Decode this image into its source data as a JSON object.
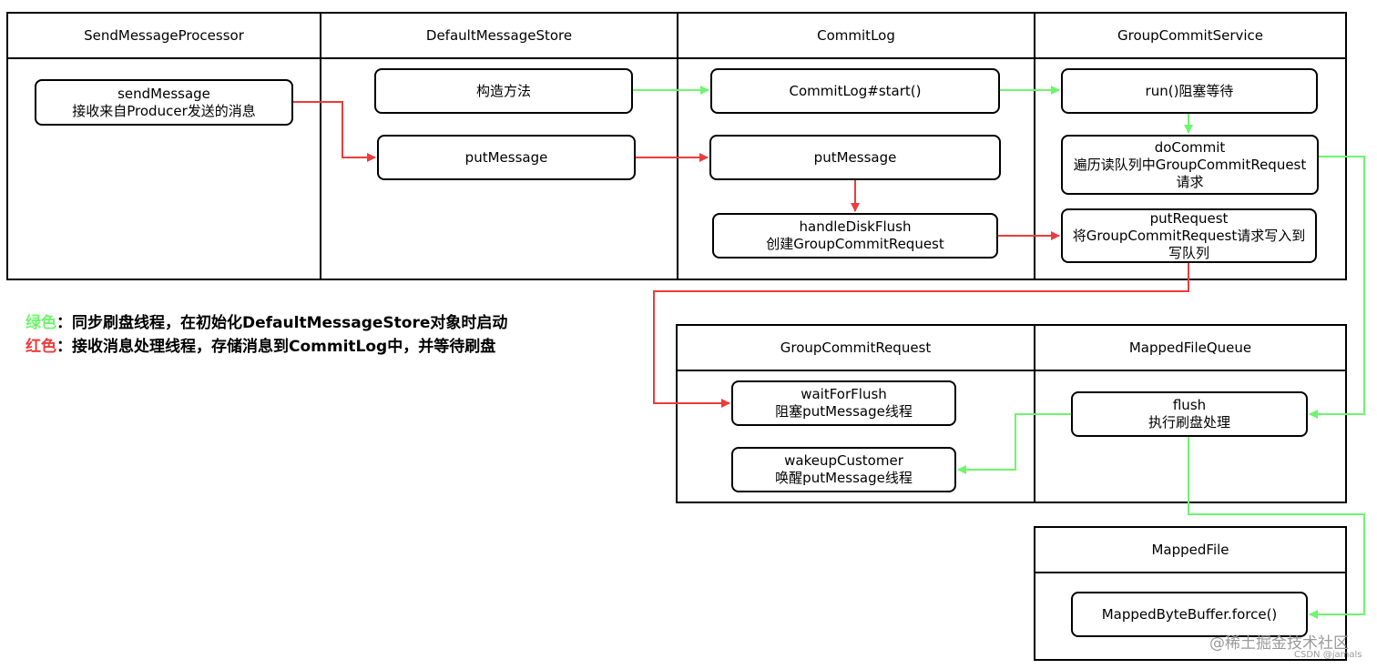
{
  "colors": {
    "green": "#6ef56e",
    "red": "#ee3b3b",
    "border": "#000000"
  },
  "lanes": {
    "send_processor": "SendMessageProcessor",
    "message_store": "DefaultMessageStore",
    "commit_log": "CommitLog",
    "group_commit_service": "GroupCommitService",
    "group_commit_request": "GroupCommitRequest",
    "mapped_file_queue": "MappedFileQueue",
    "mapped_file": "MappedFile"
  },
  "nodes": {
    "send_message": {
      "l1": "sendMessage",
      "l2": "接收来自Producer发送的消息"
    },
    "constructor": {
      "l1": "构造方法"
    },
    "store_put_message": {
      "l1": "putMessage"
    },
    "commitlog_start": {
      "l1": "CommitLog#start()"
    },
    "commitlog_put_message": {
      "l1": "putMessage"
    },
    "handle_disk_flush": {
      "l1": "handleDiskFlush",
      "l2": "创建GroupCommitRequest"
    },
    "run_blocking": {
      "l1": "run()阻塞等待"
    },
    "do_commit": {
      "l1": "doCommit",
      "l2": "遍历读队列中GroupCommitRequest",
      "l3": "请求"
    },
    "put_request": {
      "l1": "putRequest",
      "l2": "将GroupCommitRequest请求写入到",
      "l3": "写队列"
    },
    "wait_for_flush": {
      "l1": "waitForFlush",
      "l2": "阻塞putMessage线程"
    },
    "wakeup_customer": {
      "l1": "wakeupCustomer",
      "l2": "唤醒putMessage线程"
    },
    "flush": {
      "l1": "flush",
      "l2": "执行刷盘处理"
    },
    "force": {
      "l1": "MappedByteBuffer.force()"
    }
  },
  "legend": {
    "green_key": "绿色",
    "green_text": "：同步刷盘线程，在初始化DefaultMessageStore对象时启动",
    "red_key": "红色",
    "red_text": "：接收消息处理线程，存储消息到CommitLog中，并等待刷盘"
  },
  "watermark": {
    "main": "@稀土掘金技术社区",
    "sub": "CSDN @jamals"
  }
}
